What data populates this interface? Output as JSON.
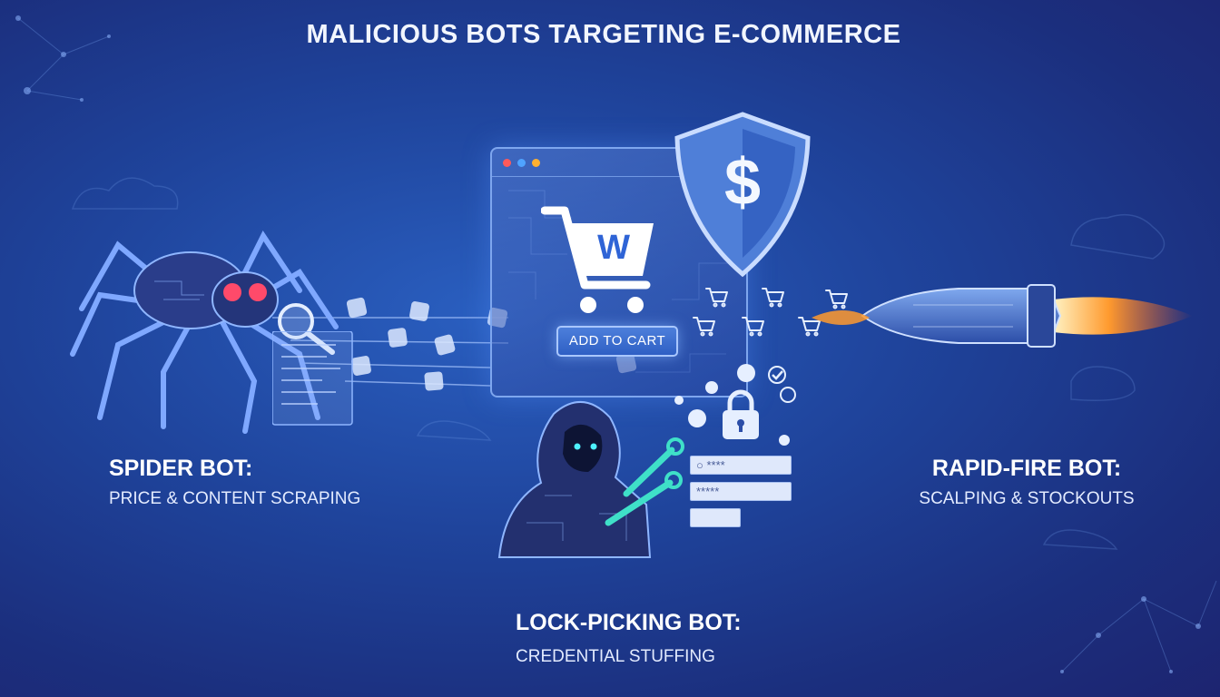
{
  "title": "MALICIOUS BOTS TARGETING E-COMMERCE",
  "spider": {
    "heading": "SPIDER BOT:",
    "description": "PRICE & CONTENT SCRAPING"
  },
  "rapid": {
    "heading": "RAPID-FIRE BOT:",
    "description": "SCALPING & STOCKOUTS"
  },
  "lockpick": {
    "heading": "LOCK-PICKING BOT:",
    "description": "CREDENTIAL STUFFING"
  },
  "browser": {
    "cart_logo": "W",
    "add_to_cart": "ADD TO CART"
  },
  "shield": {
    "symbol": "$"
  },
  "login": {
    "password_mask": "****",
    "password2_mask": "*****"
  },
  "colors": {
    "accent": "#7ea6ee",
    "spider_eye": "#ff4a6a",
    "hacker_eye": "#4ef0ff",
    "flame": "#ff9a2e",
    "wrench": "#3fe0c8"
  },
  "icons": [
    "cart-icon",
    "shield-dollar-icon",
    "padlock-icon",
    "spider-icon",
    "magnifier-icon",
    "rocket-icon",
    "hooded-hacker-icon",
    "wrench-icon",
    "checkmark-icon"
  ]
}
